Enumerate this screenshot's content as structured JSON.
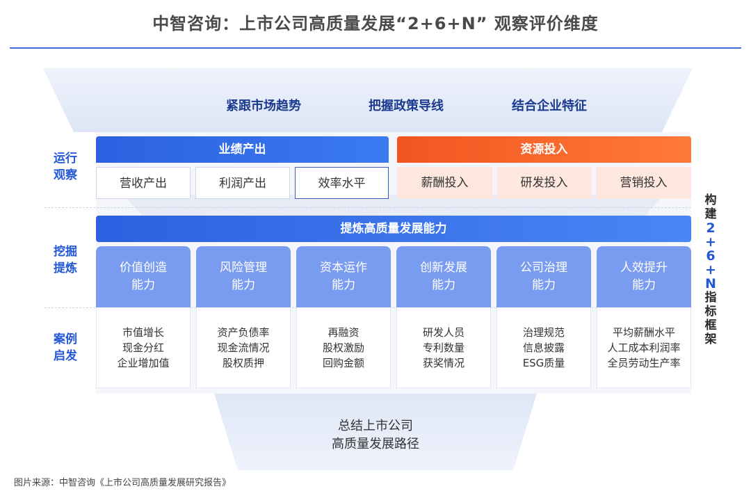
{
  "title": "中智咨询：上市公司高质量发展“2+6+N” 观察评价维度",
  "top_items": [
    "紧跟市场趋势",
    "把握政策导线",
    "结合企业特征"
  ],
  "side_labels": {
    "operation": [
      "运行",
      "观察"
    ],
    "mining": [
      "挖掘",
      "提炼"
    ],
    "cases": [
      "案例",
      "启发"
    ]
  },
  "performance": {
    "header": "业绩产出",
    "items": [
      "营收产出",
      "利润产出",
      "效率水平"
    ]
  },
  "resources": {
    "header": "资源投入",
    "items": [
      "薪酬投入",
      "研发投入",
      "营销投入"
    ]
  },
  "capability_bar": "提炼高质量发展能力",
  "capabilities": [
    {
      "name": [
        "价值创造",
        "能力"
      ],
      "cases": [
        "市值增长",
        "现金分红",
        "企业增加值"
      ]
    },
    {
      "name": [
        "风险管理",
        "能力"
      ],
      "cases": [
        "资产负债率",
        "现金流情况",
        "股权质押"
      ]
    },
    {
      "name": [
        "资本运作",
        "能力"
      ],
      "cases": [
        "再融资",
        "股权激励",
        "回购金额"
      ]
    },
    {
      "name": [
        "创新发展",
        "能力"
      ],
      "cases": [
        "研发人员",
        "专利数量",
        "获奖情况"
      ]
    },
    {
      "name": [
        "公司治理",
        "能力"
      ],
      "cases": [
        "治理规范",
        "信息披露",
        "ESG质量"
      ]
    },
    {
      "name": [
        "人效提升",
        "能力"
      ],
      "cases": [
        "平均薪酬水平",
        "人工成本利润率",
        "全员劳动生产率"
      ]
    }
  ],
  "right_label": [
    "构",
    "建",
    "2",
    "+",
    "6",
    "+",
    "N",
    "指",
    "标",
    "框",
    "架"
  ],
  "bottom": [
    "总结上市公司",
    "高质量发展路径"
  ],
  "source": "图片来源：中智咨询《上市公司高质量发展研究报告》",
  "colors": {
    "blue": "#2b61e0",
    "orange": "#f2551f",
    "light_blue": "#7a9cf0"
  }
}
